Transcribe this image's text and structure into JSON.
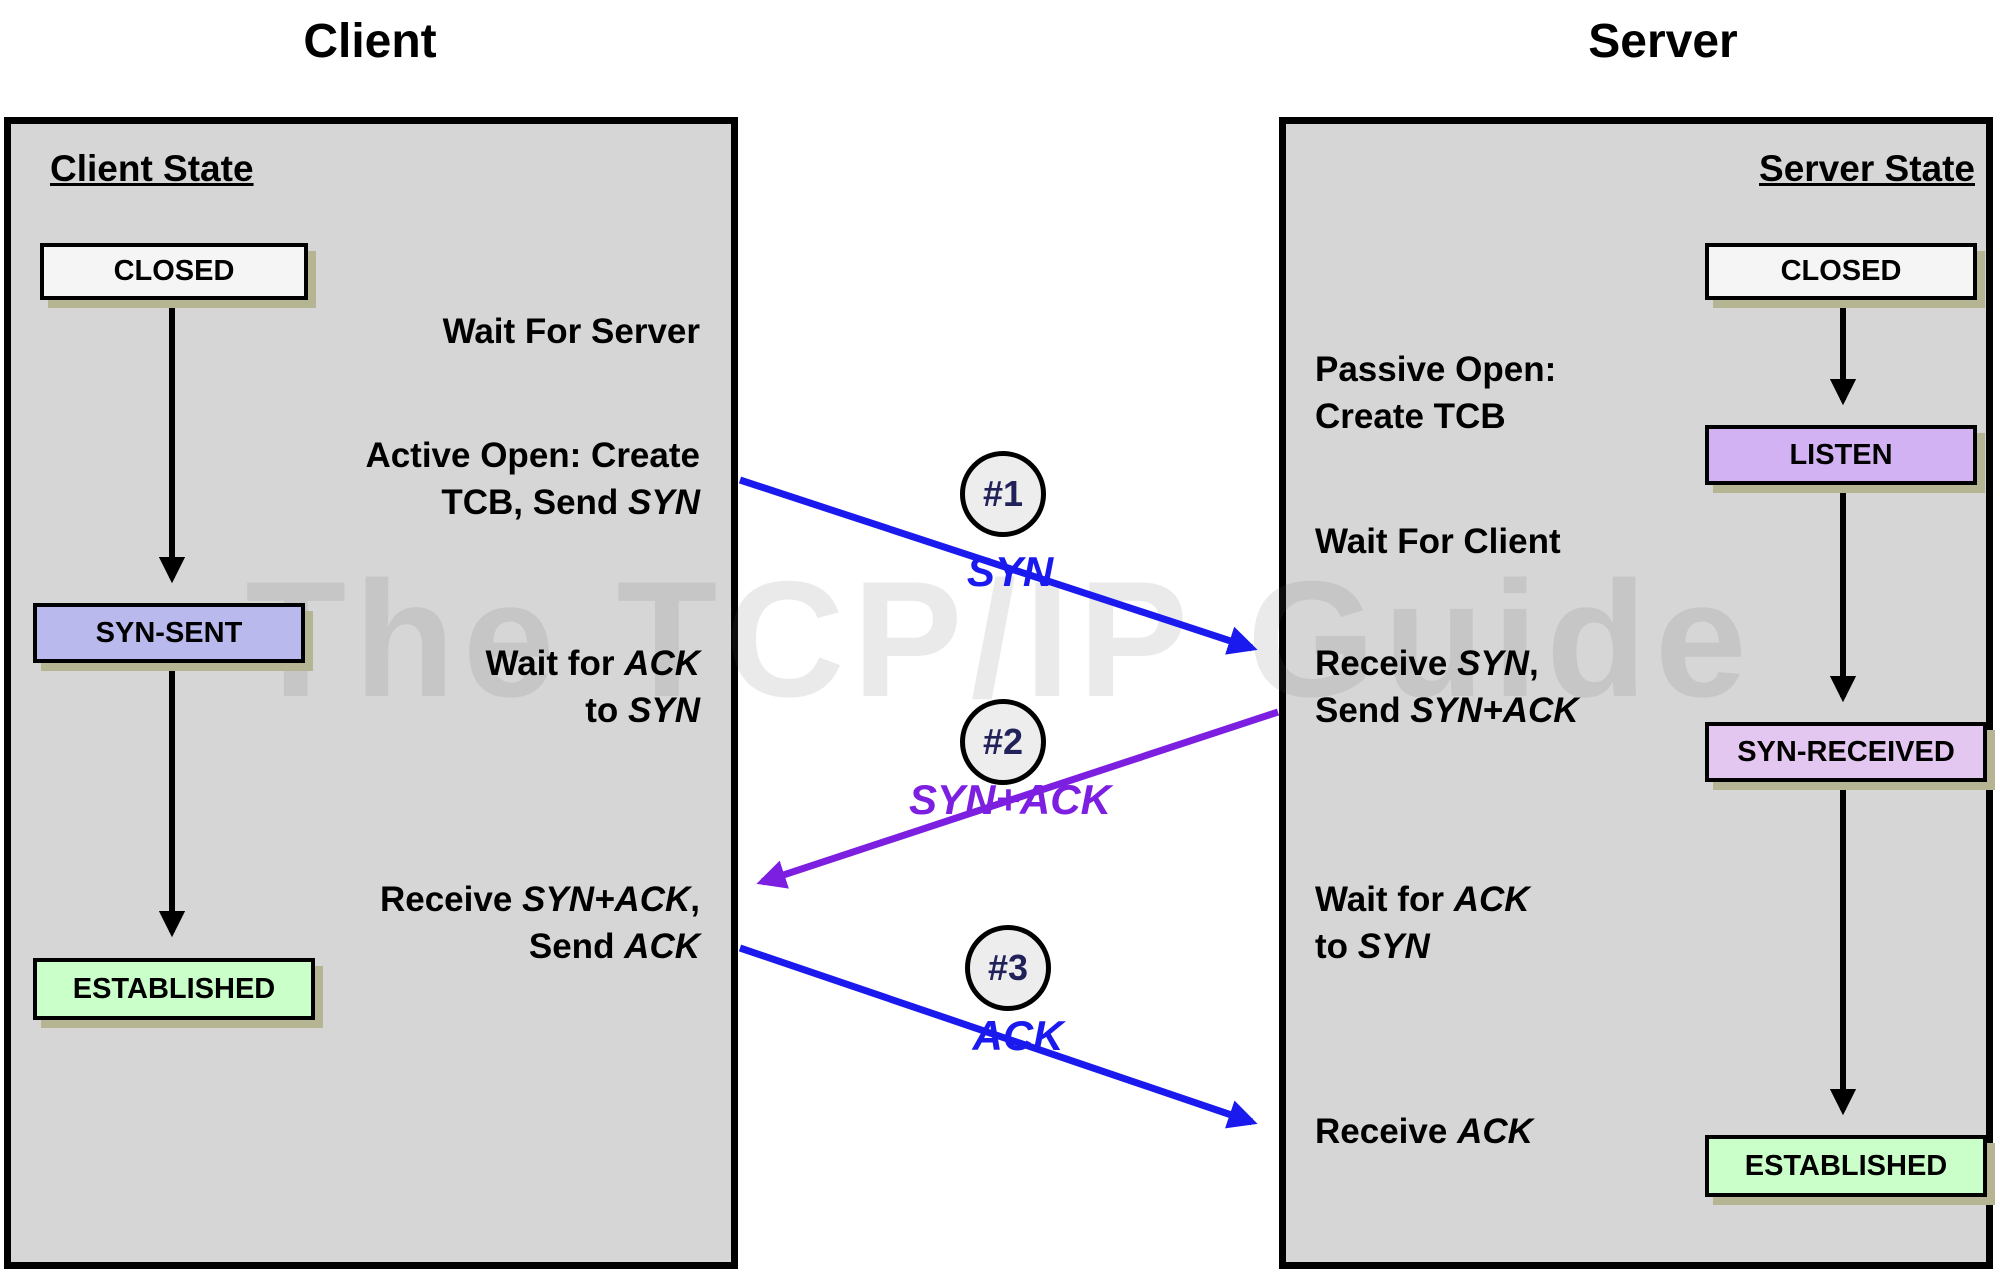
{
  "watermark": "The TCP/IP Guide",
  "client": {
    "title": "Client",
    "state_heading": "Client State",
    "states": [
      {
        "label": "CLOSED",
        "color": "#f5f5f5"
      },
      {
        "label": "SYN-SENT",
        "color": "#b9b9ed"
      },
      {
        "label": "ESTABLISHED",
        "color": "#caffca"
      }
    ],
    "annotations": {
      "wait_server": "Wait For Server",
      "active_open_line1": "Active Open: Create",
      "active_open_line2_prefix": "TCB, Send ",
      "active_open_line2_italic": "SYN",
      "wait_ack_line1_prefix": "Wait for ",
      "wait_ack_line1_italic": "ACK",
      "wait_ack_line2_prefix": "to ",
      "wait_ack_line2_italic": "SYN",
      "receive_line1_prefix": "Receive ",
      "receive_line1_italic": "SYN+ACK",
      "receive_line1_suffix": ",",
      "receive_line2_prefix": "Send ",
      "receive_line2_italic": "ACK"
    }
  },
  "server": {
    "title": "Server",
    "state_heading": "Server State",
    "states": [
      {
        "label": "CLOSED",
        "color": "#f5f5f5"
      },
      {
        "label": "LISTEN",
        "color": "#d2b2f2"
      },
      {
        "label": "SYN-RECEIVED",
        "color": "#e3c7f0"
      },
      {
        "label": "ESTABLISHED",
        "color": "#caffca"
      }
    ],
    "annotations": {
      "passive_open_line1": "Passive Open:",
      "passive_open_line2": "Create TCB",
      "wait_client": "Wait For Client",
      "receive_syn_line1_prefix": "Receive ",
      "receive_syn_line1_italic": "SYN",
      "receive_syn_line1_suffix": ",",
      "receive_syn_line2_prefix": "Send ",
      "receive_syn_line2_italic": "SYN+ACK",
      "wait_ack_line1_prefix": "Wait for ",
      "wait_ack_line1_italic": "ACK",
      "wait_ack_line2_prefix": "to ",
      "wait_ack_line2_italic": "SYN",
      "receive_ack_prefix": "Receive ",
      "receive_ack_italic": "ACK"
    }
  },
  "messages": [
    {
      "badge": "#1",
      "label": "SYN",
      "color": "#1a1aee"
    },
    {
      "badge": "#2",
      "label": "SYN+ACK",
      "color": "#7d1fe0"
    },
    {
      "badge": "#3",
      "label": "ACK",
      "color": "#1a1aee"
    }
  ],
  "colors": {
    "panel_gray": "#d6d6d6",
    "arrow_blue": "#1a1aee",
    "arrow_purple": "#7d1fe0",
    "arrow_black": "#000000",
    "box_shadow": "#b5b593",
    "established_green": "#caffca",
    "syn_sent_blue": "#b9b9ed",
    "listen_purple": "#d2b2f2",
    "syn_received_pink": "#e3c7f0"
  }
}
